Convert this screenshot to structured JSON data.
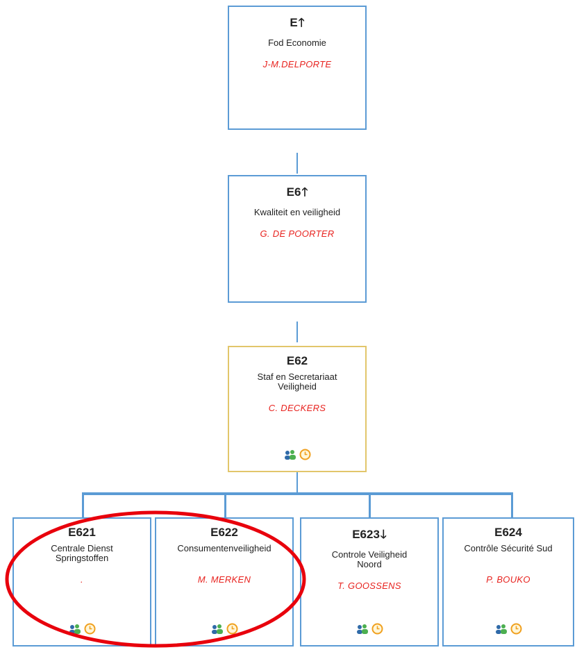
{
  "colors": {
    "box_border": "#5b9bd5",
    "highlight_border": "#e2c66b",
    "person_text": "#e8231f",
    "annotation": "#e8000c"
  },
  "nodes": {
    "e": {
      "code": "E",
      "arrow": "🡑",
      "name": "Fod Economie",
      "person": "J-M.DELPORTE"
    },
    "e6": {
      "code": "E6",
      "arrow": "🡑",
      "name": "Kwaliteit en veiligheid",
      "person": "G. DE POORTER"
    },
    "e62": {
      "code": "E62",
      "name_line1": "Staf en Secretariaat",
      "name_line2": "Veiligheid",
      "person": "C. DECKERS"
    },
    "e621": {
      "code": "E621",
      "name_line1": "Centrale Dienst",
      "name_line2": "Springstoffen",
      "person": "."
    },
    "e622": {
      "code": "E622",
      "name": "Consumentenveiligheid",
      "person": "M. MERKEN"
    },
    "e623": {
      "code": "E623",
      "arrow": "🡓",
      "name_line1": "Controle Veiligheid",
      "name_line2": "Noord",
      "person": "T. GOOSSENS"
    },
    "e624": {
      "code": "E624",
      "name": "Contrôle Sécurité Sud",
      "person": "P. BOUKO"
    }
  },
  "icons": [
    "people-icon",
    "clock-icon"
  ]
}
